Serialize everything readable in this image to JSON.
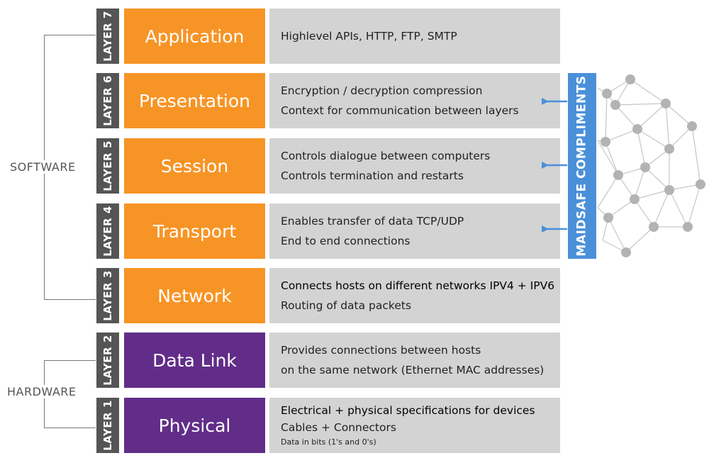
{
  "groups": {
    "software": "SOFTWARE",
    "hardware": "HARDWARE"
  },
  "maidsafe_label": "MAIDSAFE COMPLIMENTS",
  "layers": [
    {
      "tag": "LAYER 7",
      "name": "Application",
      "lines": [
        "Highlevel APIs, HTTP, FTP, SMTP"
      ]
    },
    {
      "tag": "LAYER 6",
      "name": "Presentation",
      "lines": [
        "Encryption / decryption compression",
        "Context for communication between layers"
      ]
    },
    {
      "tag": "LAYER 5",
      "name": "Session",
      "lines": [
        "Controls dialogue between computers",
        "Controls termination and restarts"
      ]
    },
    {
      "tag": "LAYER 4",
      "name": "Transport",
      "lines": [
        "Enables transfer of data TCP/UDP",
        "End to end connections"
      ]
    },
    {
      "tag": "LAYER 3",
      "name": "Network",
      "lines": [
        "Connects hosts on different networks IPV4 + IPV6",
        "Routing of data packets"
      ]
    },
    {
      "tag": "LAYER 2",
      "name": "Data Link",
      "lines": [
        "Provides connections between hosts",
        "on the same network (Ethernet MAC addresses)"
      ]
    },
    {
      "tag": "LAYER 1",
      "name": "Physical",
      "lines": [
        "Electrical + physical specifications for devices",
        "Cables + Connectors"
      ],
      "note": "Data in bits (1's and 0's)"
    }
  ],
  "colors": {
    "software": "#f79426",
    "hardware": "#622d89",
    "tag": "#555555",
    "description": "#d3d3d3",
    "maidsafe": "#4a90d9",
    "node": "#b3b3b3"
  }
}
